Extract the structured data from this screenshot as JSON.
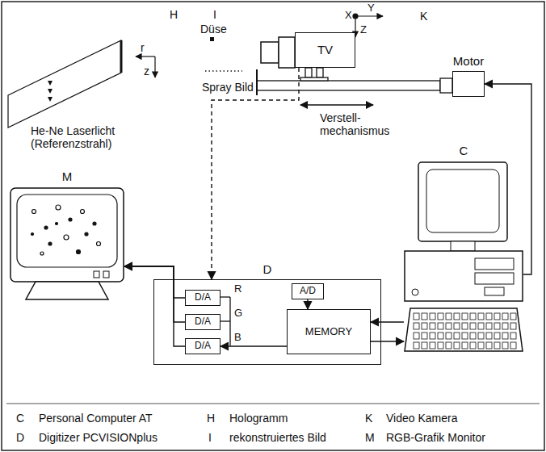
{
  "diagram": {
    "nodes": [
      {
        "text": [
          "TV"
        ]
      },
      {
        "text": [
          "Motor"
        ]
      },
      {
        "text": [
          "M"
        ]
      },
      {
        "text": [
          "D"
        ]
      },
      {
        "text": [
          "D/A"
        ],
        "in": 3
      },
      {
        "text": [
          "D/A"
        ],
        "in": 3
      },
      {
        "text": [
          "D/A"
        ],
        "in": 3
      },
      {
        "text": [
          "A/D"
        ],
        "in": 3
      },
      {
        "text": [
          "MEMORY"
        ],
        "in": 3
      },
      {
        "text": [
          "C"
        ]
      }
    ],
    "edges": [
      {
        "from": 0,
        "to": 3,
        "arrow": "to"
      },
      {
        "from": 7,
        "to": 8,
        "arrow": "to"
      },
      {
        "from": 8,
        "to": 6,
        "arrow": "to"
      },
      {
        "from": 4,
        "to": 2,
        "arrow": "to"
      },
      {
        "from": 5,
        "to": 2,
        "arrow": "to"
      },
      {
        "from": 6,
        "to": 2,
        "arrow": "to"
      },
      {
        "from": 9,
        "to": 8,
        "arrow": "to"
      },
      {
        "from": 8,
        "to": 9,
        "arrow": "to"
      },
      {
        "from": 9,
        "to": 1,
        "arrow": "to"
      }
    ],
    "labels": [
      "H",
      "I",
      "Düse",
      "r",
      "z",
      "Spray Bild",
      "He-Ne Laserlicht (Referenzstrahl)",
      "X",
      "Y",
      "Z",
      "K",
      "Verstell- mechanismus",
      "R",
      "G",
      "B",
      "C",
      "H",
      "K",
      "D",
      "I",
      "M"
    ],
    "legend": [
      {
        "text": "Personal Computer AT"
      },
      {
        "text": "Hologramm"
      },
      {
        "text": "Video Kamera"
      },
      {
        "text": "Digitizer PCVISIONplus"
      },
      {
        "text": "rekonstruiertes Bild"
      },
      {
        "text": "RGB-Grafik Monitor"
      }
    ]
  }
}
